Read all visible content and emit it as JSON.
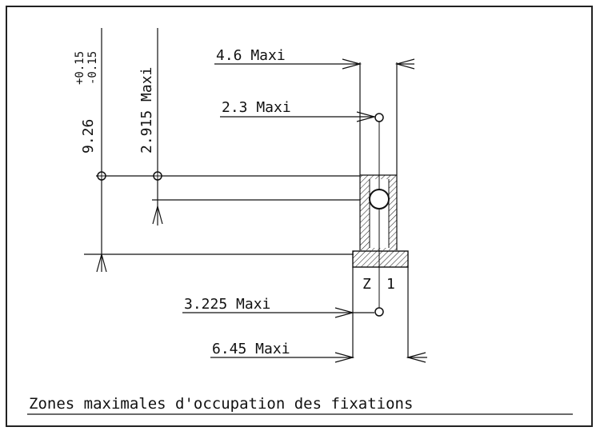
{
  "diagram": {
    "caption": "Zones maximales d'occupation des fixations",
    "dimensions": {
      "d_4_6": "4.6 Maxi",
      "d_2_3": "2.3 Maxi",
      "d_3_225": "3.225 Maxi",
      "d_6_45": "6.45 Maxi",
      "d_2_915": "2.915 Maxi",
      "d_9_26": "9.26",
      "tol_plus": "+0.15",
      "tol_minus": "-0.15"
    },
    "zone_labels": {
      "left": "Z",
      "right": "1"
    }
  }
}
